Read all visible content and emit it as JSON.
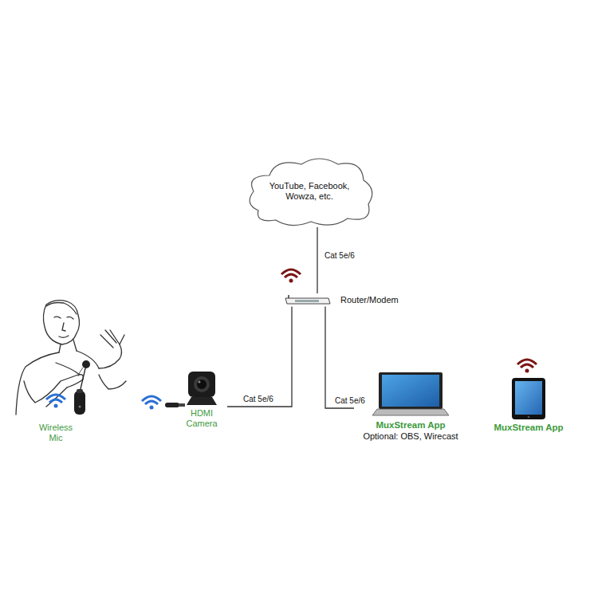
{
  "diagram": {
    "nodes": [
      {
        "text": [
          "YouTube, Facebook, Wowza, etc."
        ]
      },
      {
        "text": [
          "Router/Modem"
        ]
      },
      {
        "text": [
          "Wireless Mic"
        ]
      },
      {
        "text": [
          "HDMI Camera"
        ]
      },
      {
        "text": [
          "MuxStream App",
          "Optional: OBS, Wirecast"
        ]
      },
      {
        "text": [
          "MuxStream App"
        ]
      }
    ],
    "edges": [
      {
        "from": 0,
        "to": 1,
        "label": "Cat 5e/6",
        "arrow": "none"
      },
      {
        "from": 1,
        "to": 3,
        "label": "Cat 5e/6",
        "arrow": "none"
      },
      {
        "from": 1,
        "to": 4,
        "label": "Cat 5e/6",
        "arrow": "none"
      }
    ]
  }
}
